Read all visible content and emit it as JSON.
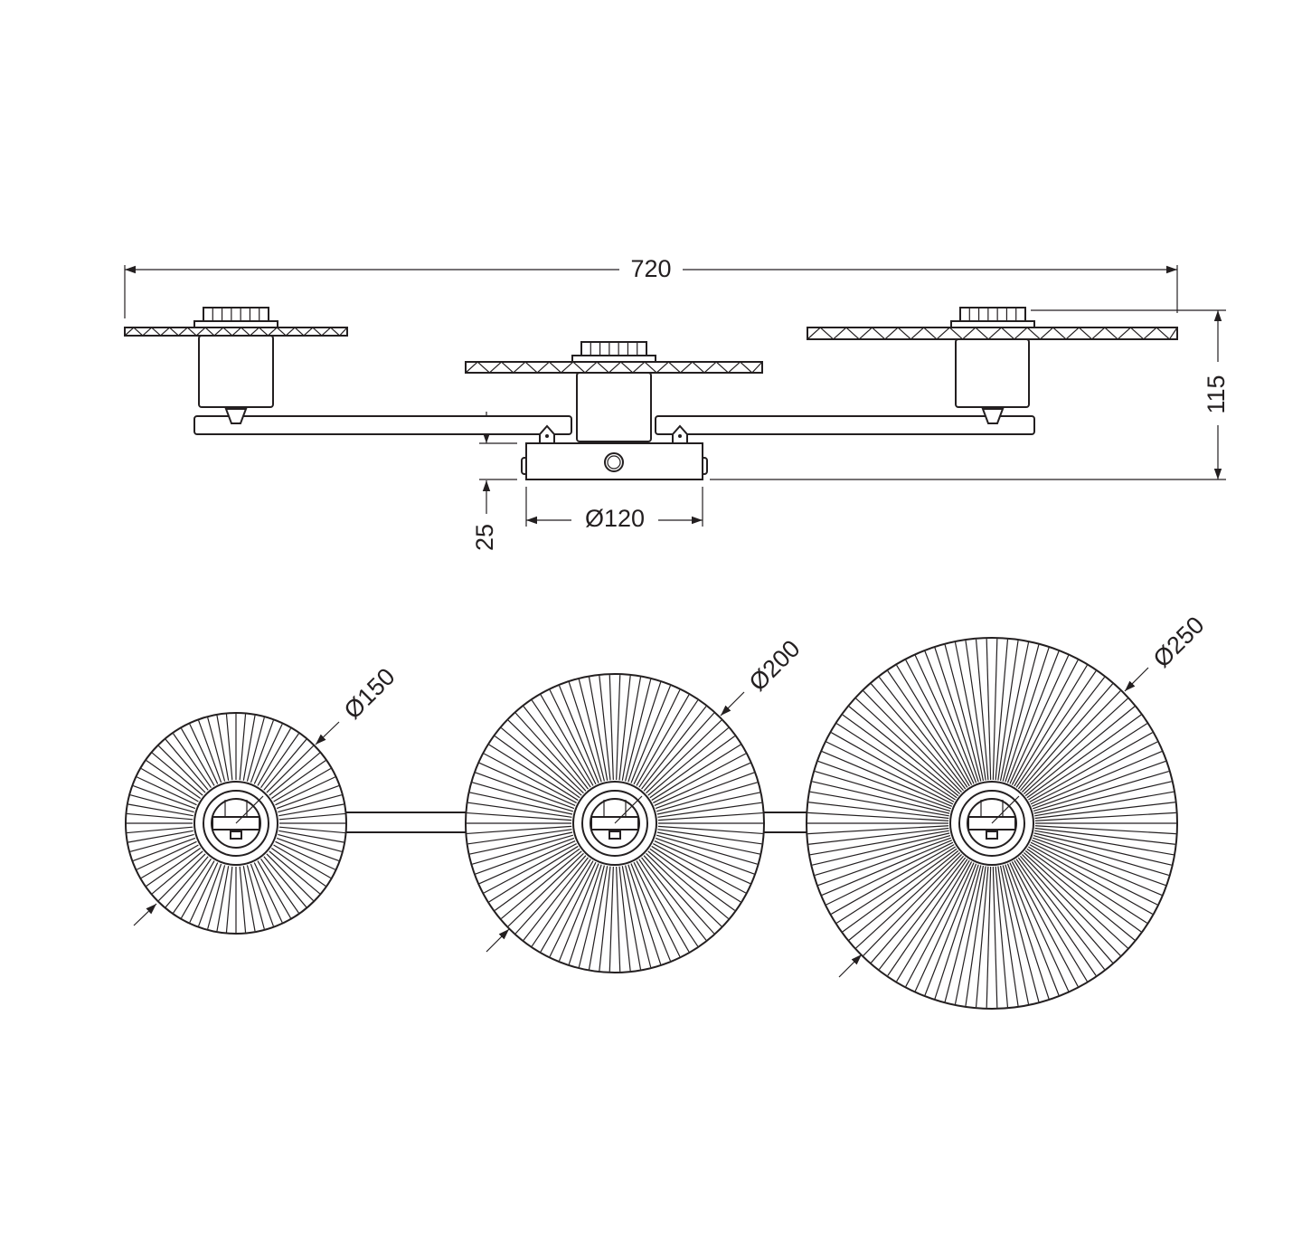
{
  "side_view": {
    "overall_width": "720",
    "overall_height": "115",
    "canopy_height": "25",
    "canopy_diameter": "Ø120"
  },
  "top_view": {
    "shades": [
      {
        "diameter": "Ø150"
      },
      {
        "diameter": "Ø200"
      },
      {
        "diameter": "Ø250"
      }
    ]
  },
  "colors": {
    "line": "#231f20",
    "background": "#ffffff"
  }
}
